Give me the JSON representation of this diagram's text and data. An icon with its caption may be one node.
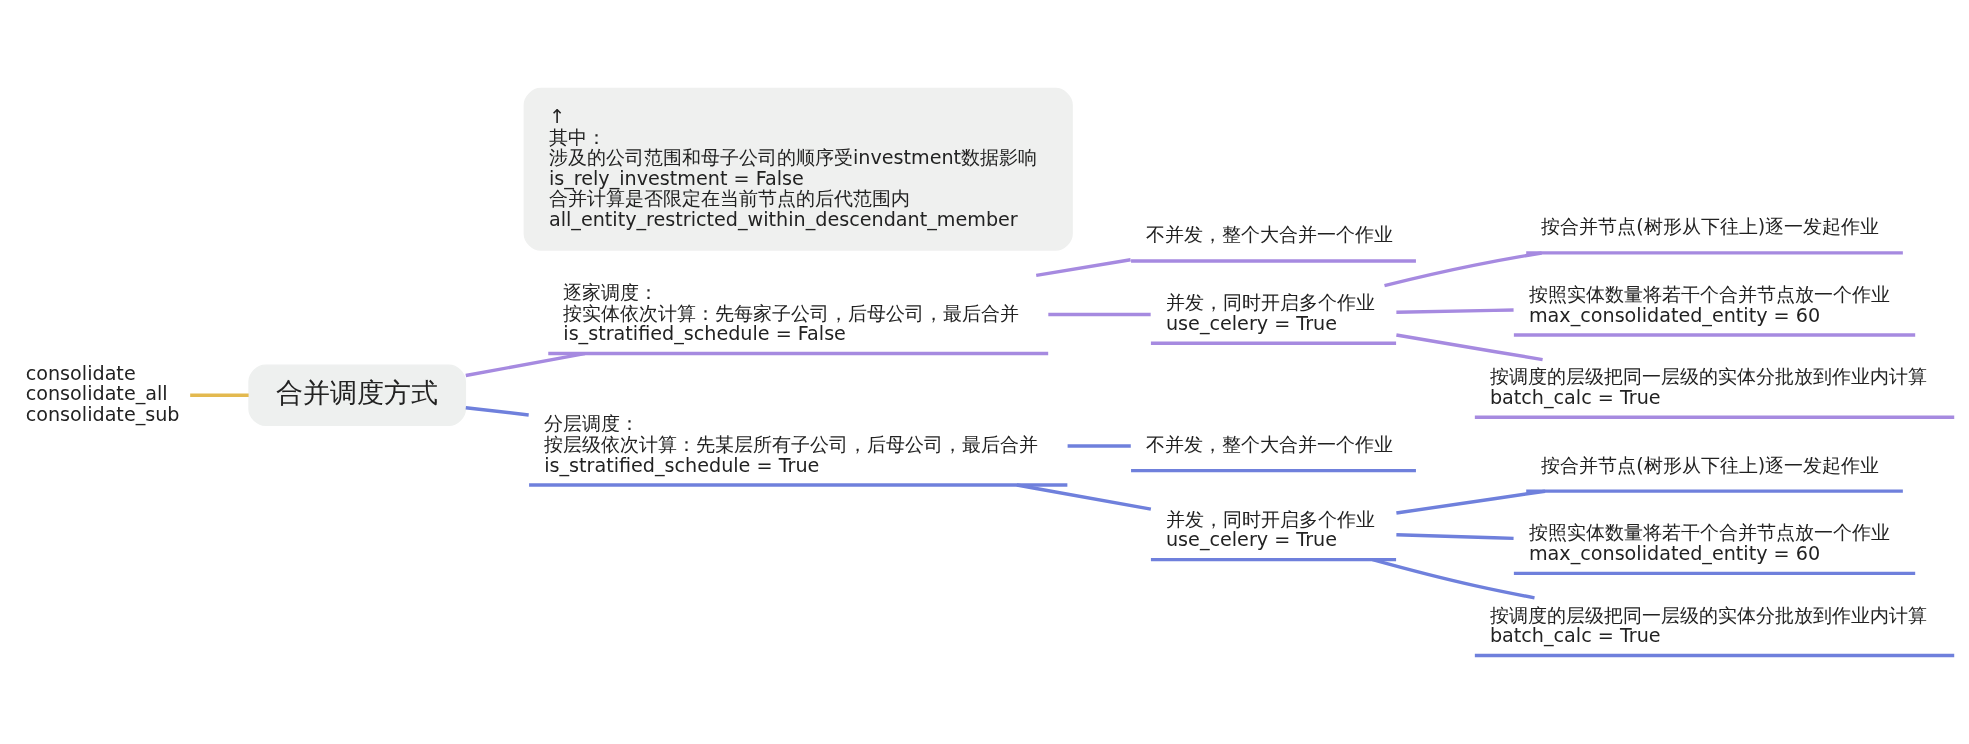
{
  "diagram": {
    "nodes": [
      {
        "text": [
          "consolidate",
          "consolidate_all",
          "consolidate_sub"
        ]
      },
      {
        "text": [
          "合并调度方式"
        ]
      },
      {
        "text": [
          "逐家调度：",
          "按实体依次计算：先每家子公司，后母公司，最后合并",
          "is_stratified_schedule = False"
        ]
      },
      {
        "text": [
          "不并发，整个大合并一个作业"
        ]
      },
      {
        "text": [
          "并发，同时开启多个作业",
          "use_celery = True"
        ]
      },
      {
        "text": [
          "按合并节点(树形从下往上)逐一发起作业"
        ]
      },
      {
        "text": [
          "按照实体数量将若干个合并节点放一个作业",
          "max_consolidated_entity = 60"
        ]
      },
      {
        "text": [
          "按调度的层级把同一层级的实体分批放到作业内计算",
          "batch_calc = True"
        ]
      },
      {
        "text": [
          "分层调度：",
          "按层级依次计算：先某层所有子公司，后母公司，最后合并",
          "is_stratified_schedule = True"
        ]
      },
      {
        "text": [
          "不并发，整个大合并一个作业"
        ]
      },
      {
        "text": [
          "并发，同时开启多个作业",
          "use_celery = True"
        ]
      },
      {
        "text": [
          "按合并节点(树形从下往上)逐一发起作业"
        ]
      },
      {
        "text": [
          "按照实体数量将若干个合并节点放一个作业",
          "max_consolidated_entity = 60"
        ]
      },
      {
        "text": [
          "按调度的层级把同一层级的实体分批放到作业内计算",
          "batch_calc = True"
        ]
      },
      {
        "text": [
          "↑",
          "其中：",
          "涉及的公司范围和母子公司的顺序受investment数据影响",
          "is_rely_investment = False",
          "合并计算是否限定在当前节点的后代范围内",
          "all_entity_restricted_within_descendant_member"
        ]
      }
    ],
    "edges": [
      {
        "from": 0,
        "to": 1,
        "arrow": "none",
        "color": "#e3b94f"
      },
      {
        "from": 1,
        "to": 2,
        "arrow": "none",
        "color": "#a68ae0"
      },
      {
        "from": 2,
        "to": 3,
        "arrow": "none",
        "color": "#a68ae0"
      },
      {
        "from": 2,
        "to": 4,
        "arrow": "none",
        "color": "#a68ae0"
      },
      {
        "from": 4,
        "to": 5,
        "arrow": "none",
        "color": "#a68ae0"
      },
      {
        "from": 4,
        "to": 6,
        "arrow": "none",
        "color": "#a68ae0"
      },
      {
        "from": 4,
        "to": 7,
        "arrow": "none",
        "color": "#a68ae0"
      },
      {
        "from": 1,
        "to": 8,
        "arrow": "none",
        "color": "#6f80dc"
      },
      {
        "from": 8,
        "to": 9,
        "arrow": "none",
        "color": "#6f80dc"
      },
      {
        "from": 8,
        "to": 10,
        "arrow": "none",
        "color": "#6f80dc"
      },
      {
        "from": 10,
        "to": 11,
        "arrow": "none",
        "color": "#6f80dc"
      },
      {
        "from": 10,
        "to": 12,
        "arrow": "none",
        "color": "#6f80dc"
      },
      {
        "from": 10,
        "to": 13,
        "arrow": "none",
        "color": "#6f80dc"
      }
    ]
  }
}
